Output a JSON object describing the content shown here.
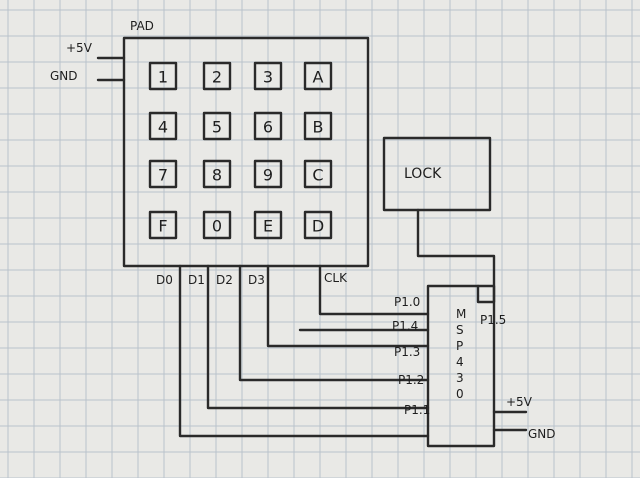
{
  "pad": {
    "label": "PAD",
    "keys": [
      "1",
      "2",
      "3",
      "A",
      "4",
      "5",
      "6",
      "B",
      "7",
      "8",
      "9",
      "C",
      "F",
      "0",
      "E",
      "D"
    ],
    "power": "+5V",
    "ground": "GND",
    "data_lines": [
      "D0",
      "D1",
      "D2",
      "D3"
    ],
    "clock": "CLK"
  },
  "lock": {
    "label": "LOCK"
  },
  "mcu": {
    "chip_letters": [
      "M",
      "S",
      "P",
      "4",
      "3",
      "0"
    ],
    "pins": [
      "P1.0",
      "P1.4",
      "P1.3",
      "P1.2",
      "P1.1"
    ],
    "lock_pin": "P1.5",
    "power": "+5V",
    "ground": "GND"
  }
}
